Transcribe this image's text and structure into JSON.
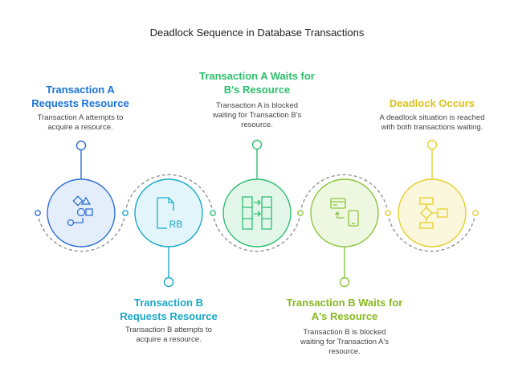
{
  "title": "Deadlock Sequence in Database Transactions",
  "colors": {
    "blue": "#2f6fd0",
    "teal": "#19a9c9",
    "green": "#2fbf72",
    "lime": "#8cc63f",
    "yellow": "#e6cf2a",
    "connector": "#8a8a8a"
  },
  "steps": [
    {
      "heading_line1": "Transaction A",
      "heading_line2": "Requests Resource",
      "desc_line1": "Transaction A attempts to",
      "desc_line2": "acquire a resource.",
      "desc_line3": "",
      "icon": "shapes-icon"
    },
    {
      "heading_line1": "Transaction B",
      "heading_line2": "Requests Resource",
      "desc_line1": "Transaction B attempts to",
      "desc_line2": "acquire a resource.",
      "desc_line3": "",
      "icon": "document-icon",
      "icon_text": "RB"
    },
    {
      "heading_line1": "Transaction A Waits for",
      "heading_line2": "B's Resource",
      "desc_line1": "Transaction A is blocked",
      "desc_line2": "waiting for Transaction B's",
      "desc_line3": "resource.",
      "icon": "transfer-icon"
    },
    {
      "heading_line1": "Transaction B Waits for",
      "heading_line2": "A's Resource",
      "desc_line1": "Transaction B is blocked",
      "desc_line2": "waiting for Transaction A's",
      "desc_line3": "resource.",
      "icon": "card-to-phone-icon"
    },
    {
      "heading_line1": "Deadlock Occurs",
      "desc_line1": "A deadlock situation is reached",
      "desc_line2": "with both transactions waiting.",
      "icon": "flowchart-icon"
    }
  ]
}
